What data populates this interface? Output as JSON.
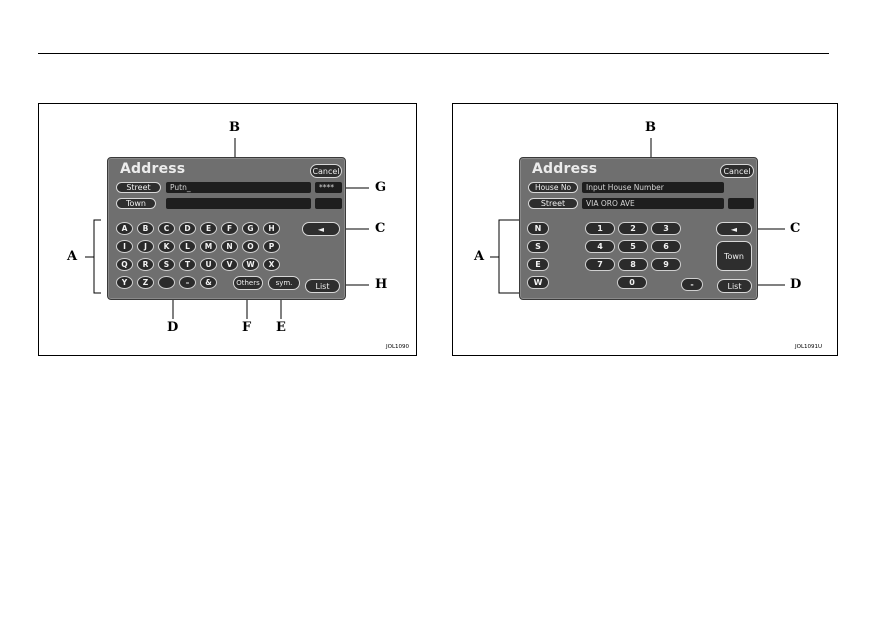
{
  "figures": [
    {
      "screen_title": "Address",
      "cancel_label": "Cancel",
      "row1_button": "Street",
      "row1_field": "Putn_",
      "row1_extra": "****",
      "row2_button": "Town",
      "row2_field": "",
      "letter_rows": [
        [
          "A",
          "B",
          "C",
          "D",
          "E",
          "F",
          "G",
          "H"
        ],
        [
          "I",
          "J",
          "K",
          "L",
          "M",
          "N",
          "O",
          "P"
        ],
        [
          "Q",
          "R",
          "S",
          "T",
          "U",
          "V",
          "W",
          "X"
        ]
      ],
      "bottom_keys": [
        "Y",
        "Z",
        "",
        "–",
        "&"
      ],
      "others_label": "Others",
      "sym_label": "sym.",
      "back_symbol": "◄",
      "list_label": "List",
      "callouts": {
        "A": "A",
        "B": "B",
        "C": "C",
        "D": "D",
        "E": "E",
        "F": "F",
        "G": "G",
        "H": "H"
      },
      "code": "JOL1090"
    },
    {
      "screen_title": "Address",
      "cancel_label": "Cancel",
      "row1_button": "House No",
      "row1_field": "Input House Number",
      "row2_button": "Street",
      "row2_field": "VIA ORO AVE",
      "compass_keys": [
        "N",
        "S",
        "E",
        "W"
      ],
      "number_rows": [
        [
          "1",
          "2",
          "3"
        ],
        [
          "4",
          "5",
          "6"
        ],
        [
          "7",
          "8",
          "9"
        ]
      ],
      "zero_key": "0",
      "dash_key": "-",
      "back_symbol": "◄",
      "town_label": "Town",
      "list_label": "List",
      "callouts": {
        "A": "A",
        "B": "B",
        "C": "C",
        "D": "D"
      },
      "code": "JOL1091U"
    }
  ]
}
